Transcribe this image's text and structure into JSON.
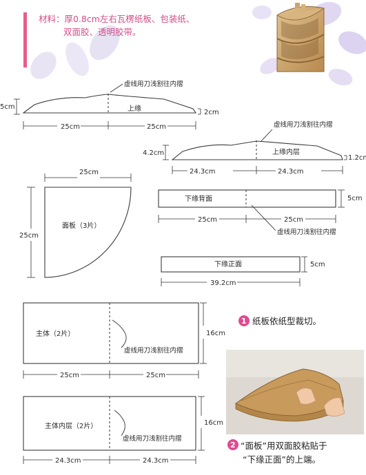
{
  "header": {
    "materials_line1": "材料：厚0.8cm左右瓦楞纸板、包装纸、",
    "materials_line2": "双面胶、透明胶带。"
  },
  "labels": {
    "fold_note": "虚线用刀浅割往内摺",
    "upper_edge": "上缘",
    "upper_edge_inner": "上缘内层",
    "lower_edge_back": "下缘背面",
    "lower_edge_front": "下缘正面",
    "face_panel": "面板（3片）",
    "main_body": "主体（2片）",
    "main_body_inner": "主体内层（2片）"
  },
  "dims": {
    "d5": "5cm",
    "d2": "2cm",
    "d25": "25cm",
    "d4_2": "4.2cm",
    "d1_2": "1.2cm",
    "d24_3": "24.3cm",
    "d39_2": "39.2cm",
    "d16": "16cm"
  },
  "steps": {
    "step1_num": "1",
    "step1": "纸板依纸型裁切。",
    "step2_num": "2",
    "step2_line1": "“面板”用双面胶粘贴于",
    "step2_line2": "“下缘正面”的上端。"
  },
  "colors": {
    "accent_pink": "#d44d88",
    "cardboard": "#c9a36b",
    "decor_purple": "#9f8cc9"
  }
}
